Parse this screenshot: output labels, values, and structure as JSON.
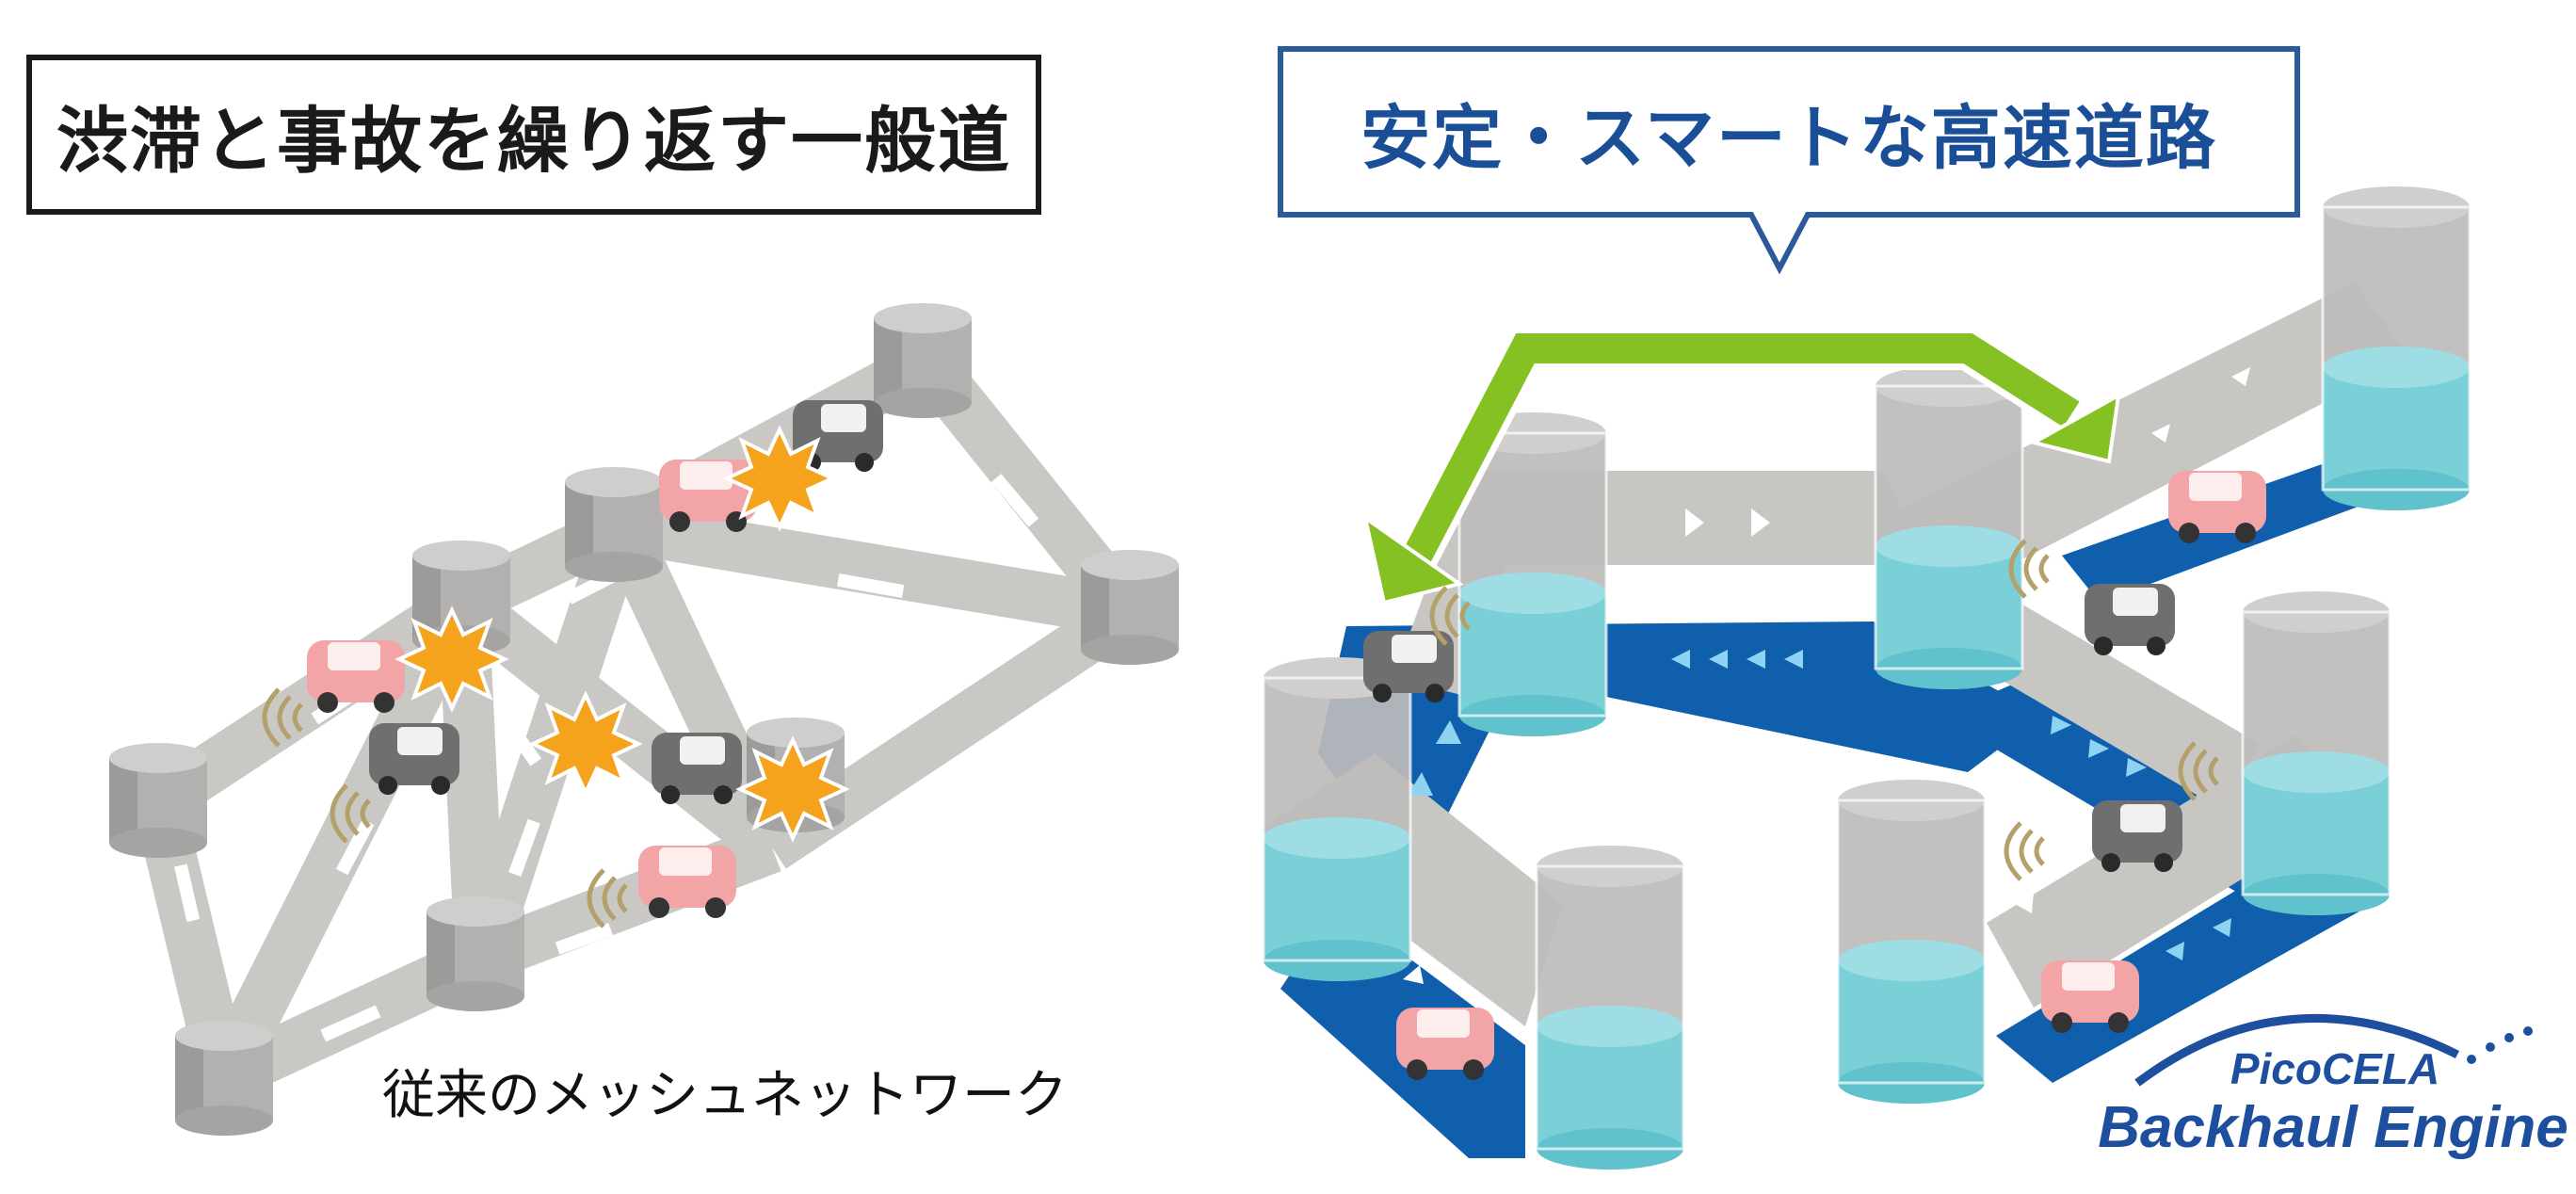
{
  "left_panel": {
    "title": "渋滞と事故を繰り返す一般道",
    "caption": "従来のメッシュネットワーク"
  },
  "right_panel": {
    "callout": "安定・スマートな高速道路",
    "logo_small": "PicoCELA",
    "logo_large": "Backhaul Engine"
  },
  "colors": {
    "road_gray": "#c8c6c2",
    "road_blue": "#0f5fad",
    "cylinder_gray": "#b4b3b1",
    "cylinder_water": "#7bd0d8",
    "car_pink": "#f2a4a7",
    "car_gray": "#6f6f6f",
    "burst_orange": "#f5a21c",
    "arrow_green": "#85c123",
    "brand_blue": "#1d4f9e",
    "text_dark": "#1a1a1a"
  },
  "icons": {
    "node": "cylinder-node-icon",
    "car": "car-icon",
    "collision": "collision-burst-icon",
    "signal": "wireless-signal-icon"
  }
}
